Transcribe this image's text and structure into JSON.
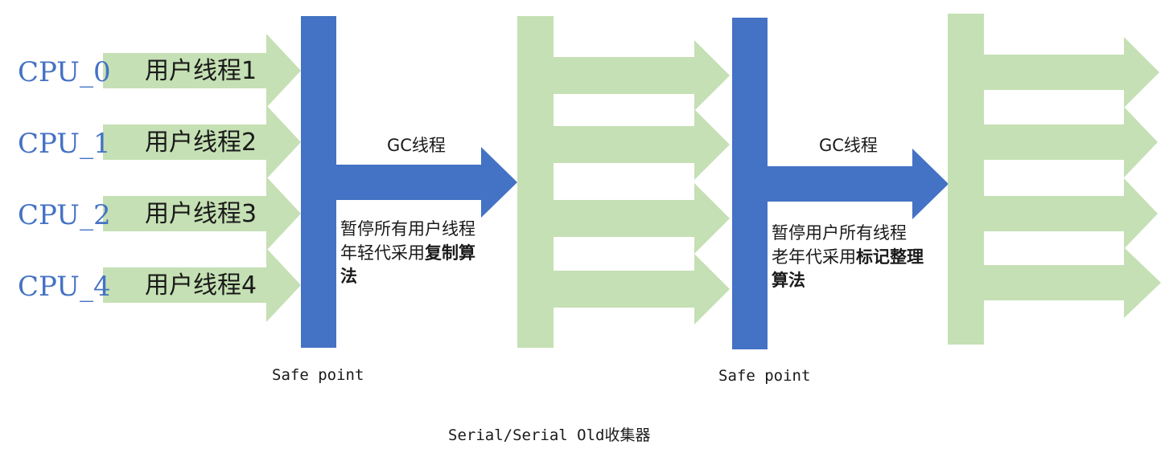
{
  "colors": {
    "thread_green": "#c5e0b4",
    "safepoint_blue": "#4472c4",
    "cpu_text": "#4472c4",
    "text": "#1a1a1a"
  },
  "cpus": [
    "CPU_0",
    "CPU_1",
    "CPU_2",
    "CPU_4"
  ],
  "user_threads": [
    "用户线程1",
    "用户线程2",
    "用户线程3",
    "用户线程4"
  ],
  "phase1": {
    "gc_label": "GC线程",
    "note_line1": "暂停所有用户线程",
    "note_line2_plain": "年轻代采用",
    "note_line2_bold": "复制算",
    "note_line3_bold": "法",
    "safepoint_label": "Safe point"
  },
  "phase2": {
    "gc_label": "GC线程",
    "note_line1": "暂停用户所有线程",
    "note_line2_plain": "老年代采用",
    "note_line2_bold": "标记整理",
    "note_line3_bold": "算法",
    "safepoint_label": "Safe point"
  },
  "caption": "Serial/Serial Old收集器"
}
